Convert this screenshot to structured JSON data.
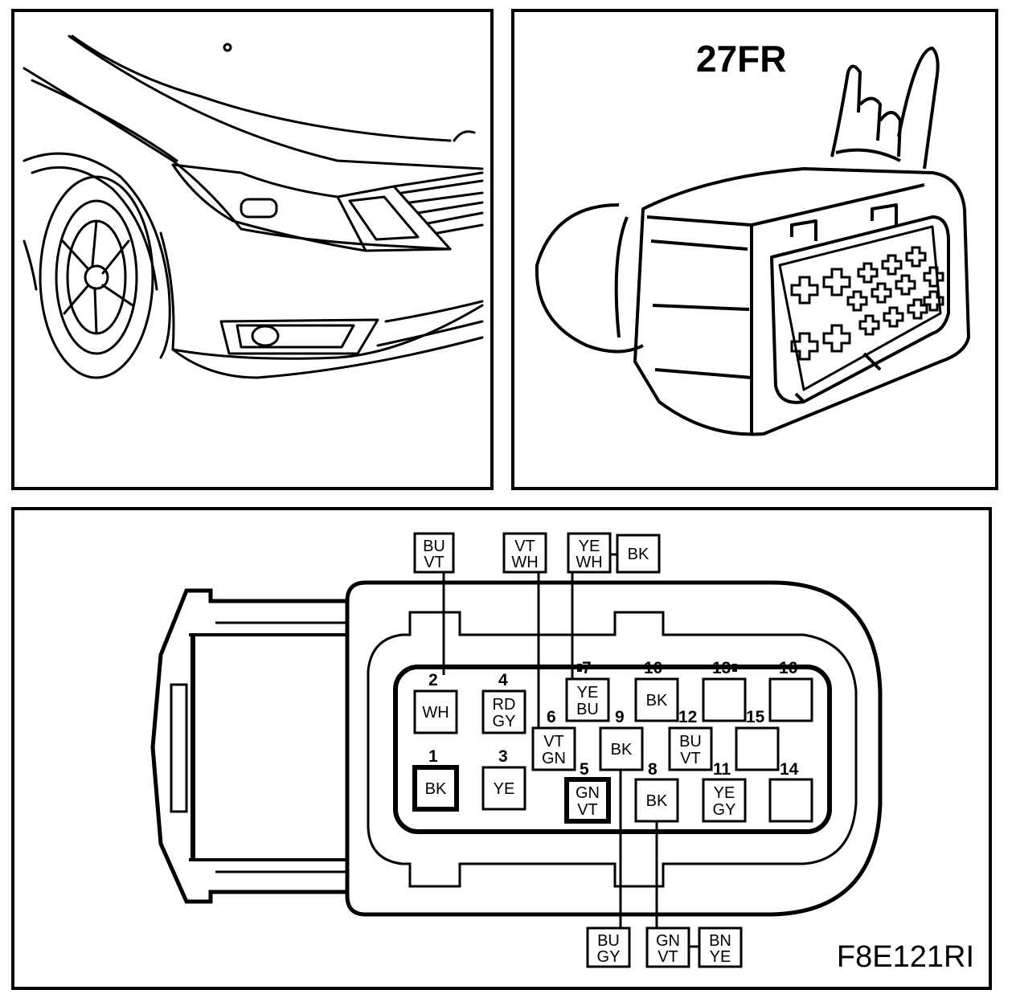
{
  "connector_label": "27FR",
  "figure_id": "F8E121RI",
  "pins": [
    {
      "num": "1",
      "lines": [
        "BK"
      ]
    },
    {
      "num": "2",
      "lines": [
        "WH"
      ]
    },
    {
      "num": "3",
      "lines": [
        "YE"
      ]
    },
    {
      "num": "4",
      "lines": [
        "RD",
        "GY"
      ]
    },
    {
      "num": "5",
      "lines": [
        "GN",
        "VT"
      ]
    },
    {
      "num": "6",
      "lines": [
        "VT",
        "GN"
      ]
    },
    {
      "num": "7",
      "lines": [
        "YE",
        "BU"
      ]
    },
    {
      "num": "8",
      "lines": [
        "BK"
      ]
    },
    {
      "num": "9",
      "lines": [
        "BK"
      ]
    },
    {
      "num": "10",
      "lines": [
        "BK"
      ]
    },
    {
      "num": "11",
      "lines": [
        "YE",
        "GY"
      ]
    },
    {
      "num": "12",
      "lines": [
        "BU",
        "VT"
      ]
    },
    {
      "num": "13",
      "lines": []
    },
    {
      "num": "14",
      "lines": []
    },
    {
      "num": "15",
      "lines": []
    },
    {
      "num": "16",
      "lines": []
    }
  ],
  "splices": [
    {
      "lines": [
        "BU",
        "VT"
      ]
    },
    {
      "lines": [
        "VT",
        "WH"
      ]
    },
    {
      "lines": [
        "YE",
        "WH"
      ]
    },
    {
      "lines": [
        "BK"
      ]
    },
    {
      "lines": [
        "BU",
        "GY"
      ]
    },
    {
      "lines": [
        "GN",
        "VT"
      ]
    },
    {
      "lines": [
        "BN",
        "YE"
      ]
    }
  ]
}
